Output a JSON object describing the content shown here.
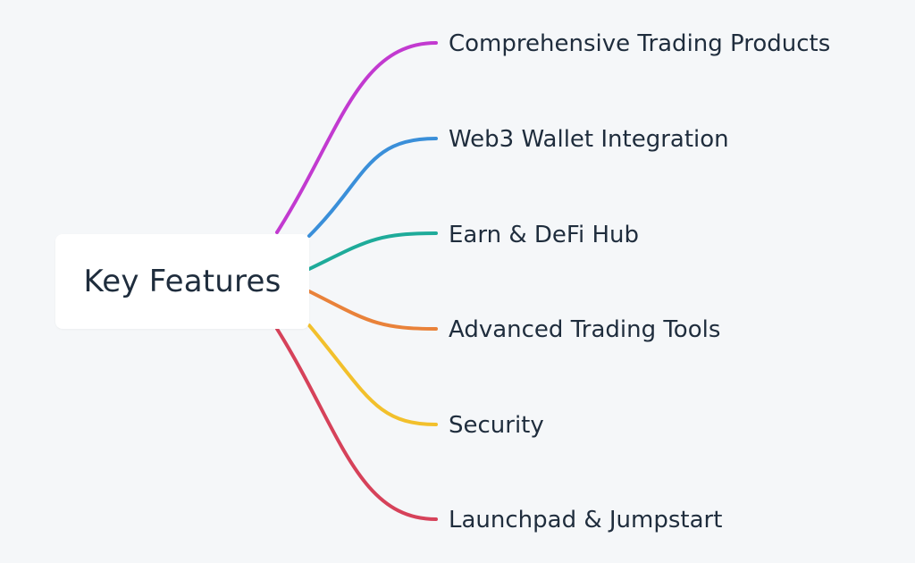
{
  "mindmap": {
    "root": {
      "label": "Key Features"
    },
    "branches": [
      {
        "label": "Comprehensive Trading Products",
        "color": "#c23ad0"
      },
      {
        "label": "Web3 Wallet Integration",
        "color": "#3a8fd9"
      },
      {
        "label": "Earn & DeFi Hub",
        "color": "#1eab9a"
      },
      {
        "label": "Advanced Trading Tools",
        "color": "#e9823a"
      },
      {
        "label": "Security",
        "color": "#f2c02c"
      },
      {
        "label": "Launchpad & Jumpstart",
        "color": "#d6425a"
      }
    ]
  }
}
